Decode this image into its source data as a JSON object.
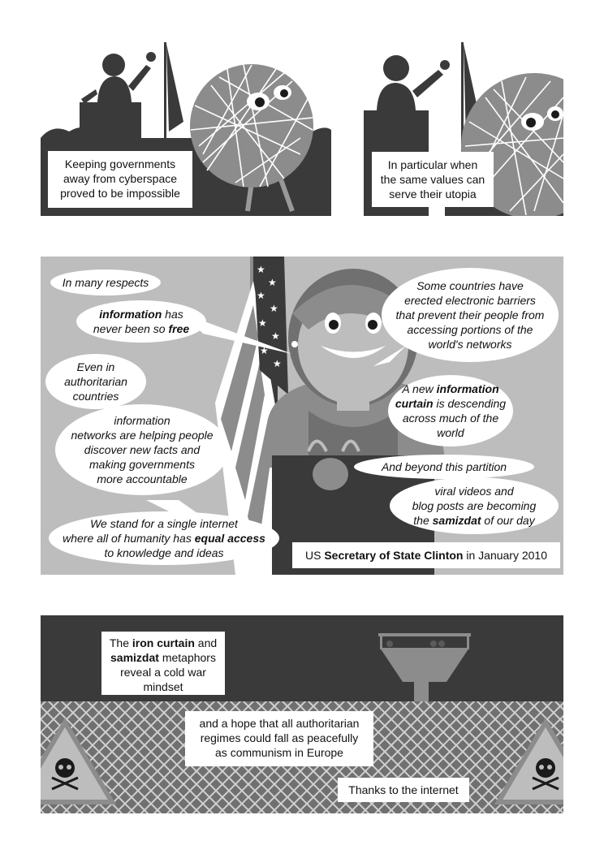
{
  "panel1": {
    "caption_lines": [
      "Keeping governments",
      "away from cyberspace",
      "proved to be impossible"
    ]
  },
  "panel2": {
    "caption_lines": [
      "In particular when",
      "the same values can",
      "serve their utopia"
    ]
  },
  "panel3": {
    "bubbles": {
      "b1": "In many respects",
      "b2_bold1": "information",
      "b2_text1": " has",
      "b2_line2": "never been so ",
      "b2_bold2": "free",
      "b3_lines": [
        "Even in",
        "authoritarian",
        "countries"
      ],
      "b4_lines": [
        "information",
        "networks are helping people",
        "discover new facts and",
        "making governments",
        "more accountable"
      ],
      "b5_line1": "We stand for a single internet",
      "b5_line2_pre": "where all of humanity has ",
      "b5_line2_bold": "equal access",
      "b5_line3": "to knowledge and ideas",
      "b6_lines": [
        "Some countries have",
        "erected electronic barriers",
        "that prevent their people from",
        "accessing portions of the",
        "world's networks"
      ],
      "b7_pre": "A new ",
      "b7_bold1": "information",
      "b7_bold2": "curtain",
      "b7_post": " is descending",
      "b7_line3": "across much of the",
      "b7_line4": "world",
      "b8": "And beyond this partition",
      "b9_line1": "viral videos and",
      "b9_line2": "blog posts are becoming",
      "b9_pre": "the ",
      "b9_bold": "samizdat",
      "b9_post": " of our day"
    },
    "caption_pre": "US ",
    "caption_bold": "Secretary of State Clinton",
    "caption_post": " in January 2010"
  },
  "panel4": {
    "caption1_pre": "The ",
    "caption1_bold1": "iron curtain",
    "caption1_and": " and",
    "caption1_bold2": "samizdat",
    "caption1_post": " metaphors",
    "caption1_line3": "reveal a cold war",
    "caption1_line4": "mindset",
    "caption2_lines": [
      "and a hope that all authoritarian",
      "regimes could fall as peacefully",
      "as communism in Europe"
    ],
    "caption3": "Thanks to the internet"
  },
  "colors": {
    "dark": "#3a3a3a",
    "mid": "#8c8c8c",
    "light": "#bdbdbd",
    "white": "#ffffff"
  }
}
